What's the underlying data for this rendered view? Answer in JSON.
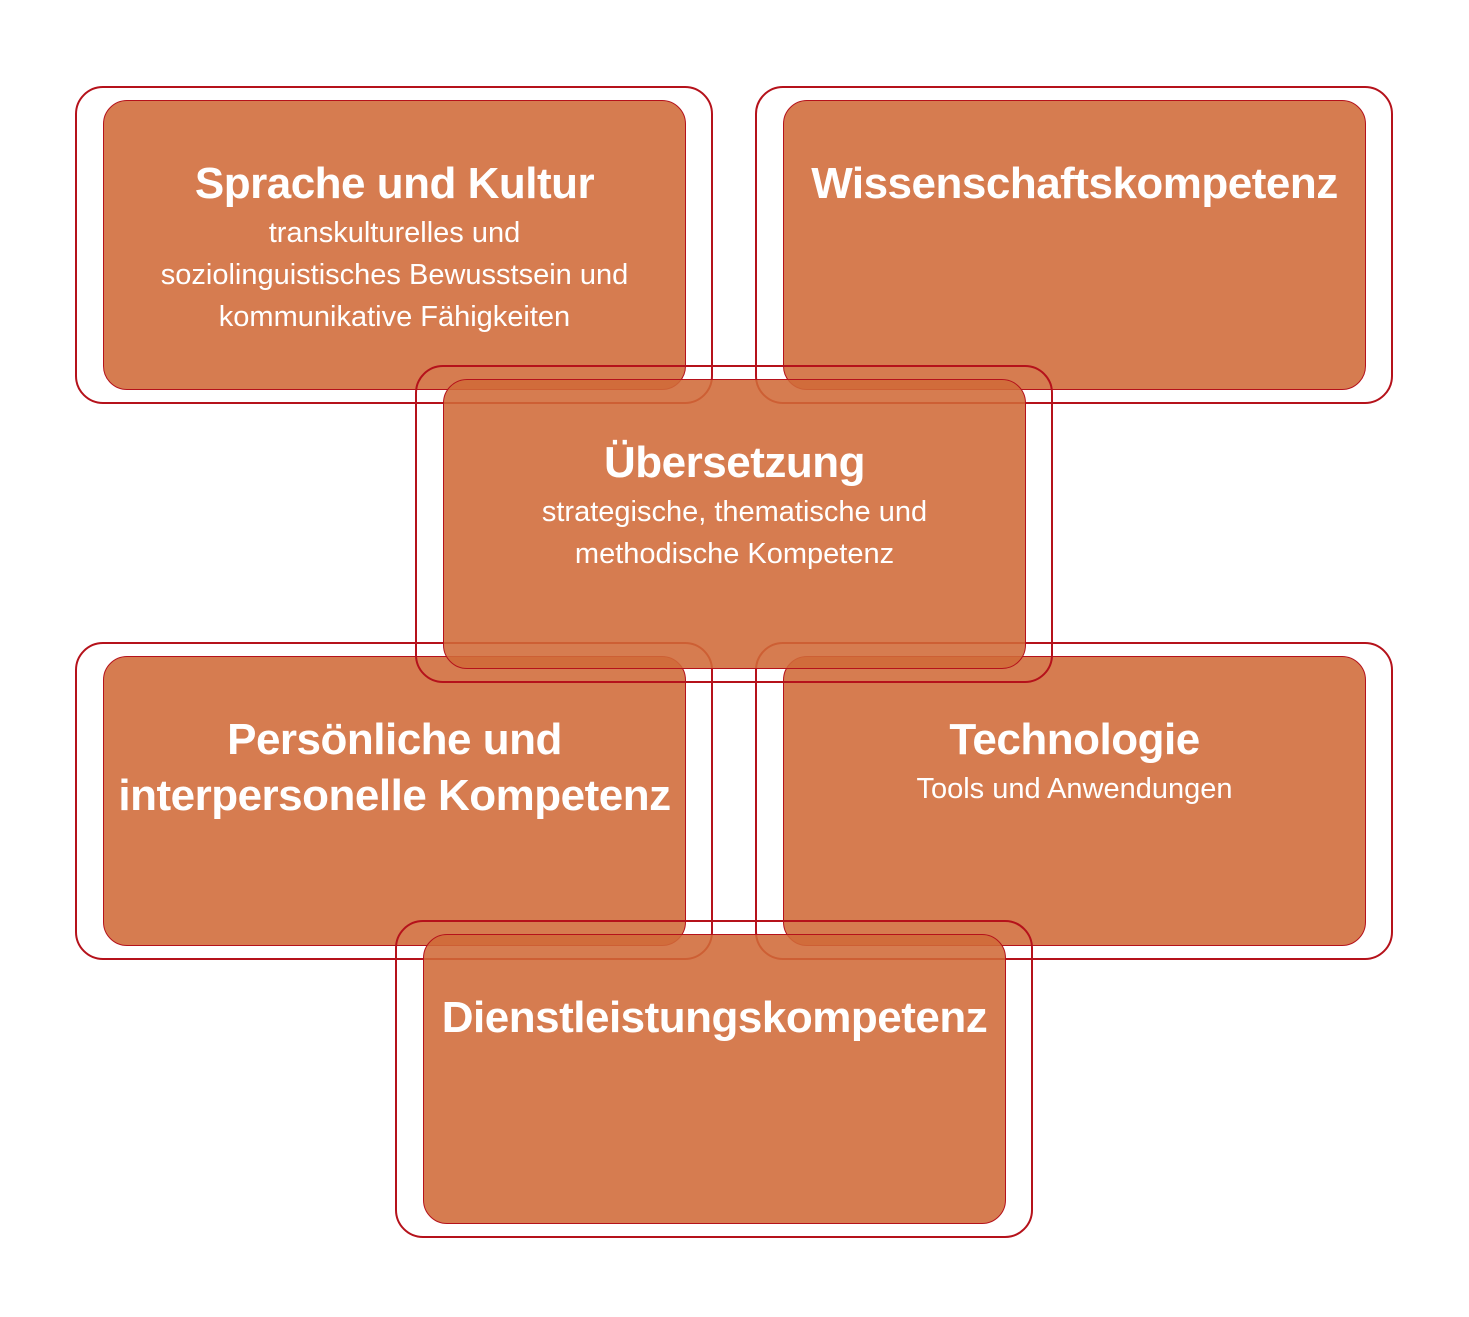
{
  "colors": {
    "box_fill": "#d06a38",
    "outline": "#b5121b",
    "text": "#ffffff",
    "background": "#ffffff"
  },
  "boxes": [
    {
      "id": "sprache-und-kultur",
      "title": "Sprache und Kultur",
      "subtitle": "transkulturelles und\nsoziolinguistisches Bewusstsein und\nkommunikative Fähigkeiten"
    },
    {
      "id": "wissenschaftskompetenz",
      "title": "Wissenschaftskompetenz",
      "subtitle": ""
    },
    {
      "id": "uebersetzung",
      "title": "Übersetzung",
      "subtitle": "strategische, thematische und\nmethodische Kompetenz"
    },
    {
      "id": "persoenliche-kompetenz",
      "title": "Persönliche und\ninterpersonelle Kompetenz",
      "subtitle": ""
    },
    {
      "id": "technologie",
      "title": "Technologie",
      "subtitle": "Tools und Anwendungen"
    },
    {
      "id": "dienstleistungskompetenz",
      "title": "Dienstleistungskompetenz",
      "subtitle": ""
    }
  ]
}
